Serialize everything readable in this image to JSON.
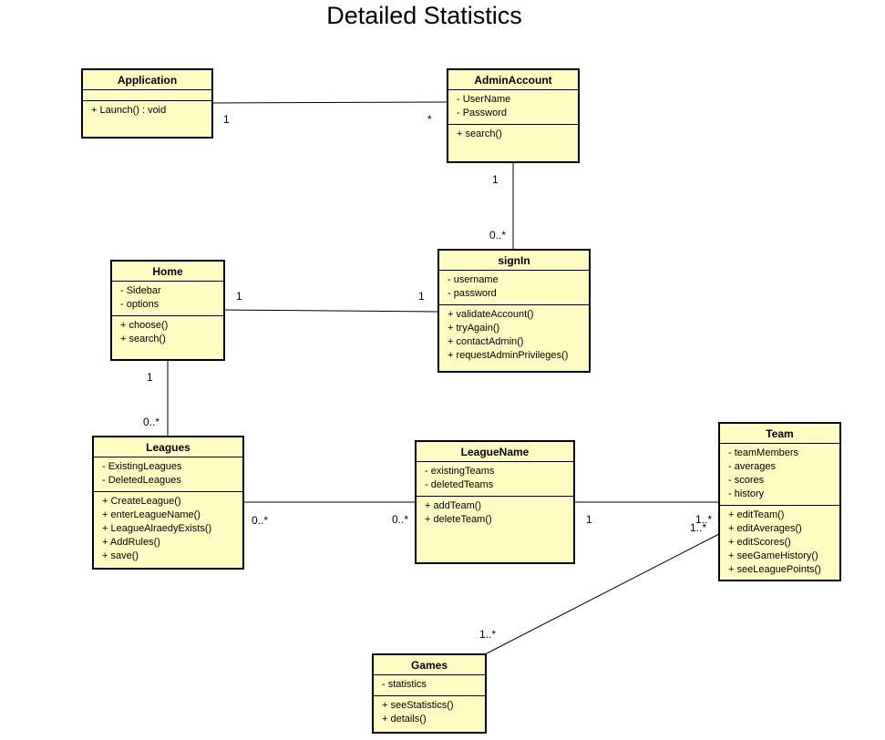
{
  "diagram": {
    "title": "Detailed Statistics",
    "classes": {
      "application": {
        "name": "Application",
        "attributes": [],
        "operations": [
          "+ Launch() : void"
        ]
      },
      "admin_account": {
        "name": "AdminAccount",
        "attributes": [
          "- UserName",
          "- Password"
        ],
        "operations": [
          "+ search()"
        ]
      },
      "sign_in": {
        "name": "signIn",
        "attributes": [
          "- username",
          "- password"
        ],
        "operations": [
          "+ validateAccount()",
          "+ tryAgain()",
          "+ contactAdmin()",
          "+ requestAdminPrivileges()"
        ]
      },
      "home": {
        "name": "Home",
        "attributes": [
          "- Sidebar",
          "- options"
        ],
        "operations": [
          "+ choose()",
          "+ search()"
        ]
      },
      "leagues": {
        "name": "Leagues",
        "attributes": [
          "- ExistingLeagues",
          "- DeletedLeagues"
        ],
        "operations": [
          "+ CreateLeague()",
          "+ enterLeagueName()",
          "+ LeagueAlraedyExists()",
          "+ AddRules()",
          "+ save()"
        ]
      },
      "league_name": {
        "name": "LeagueName",
        "attributes": [
          "- existingTeams",
          "- deletedTeams"
        ],
        "operations": [
          "+ addTeam()",
          "+ deleteTeam()"
        ]
      },
      "team": {
        "name": "Team",
        "attributes": [
          "- teamMembers",
          "- averages",
          "- scores",
          "- history"
        ],
        "operations": [
          "+ editTeam()",
          "+ editAverages()",
          "+ editScores()",
          "+ seeGameHistory()",
          "+ seeLeaguePoints()"
        ]
      },
      "games": {
        "name": "Games",
        "attributes": [
          "- statistics"
        ],
        "operations": [
          "+ seeStatistics()",
          "+ details()"
        ]
      }
    },
    "associations": [
      {
        "from": "application",
        "to": "admin_account",
        "from_mult": "1",
        "to_mult": "*"
      },
      {
        "from": "admin_account",
        "to": "sign_in",
        "from_mult": "1",
        "to_mult": "0..*"
      },
      {
        "from": "home",
        "to": "sign_in",
        "from_mult": "1",
        "to_mult": "1"
      },
      {
        "from": "home",
        "to": "leagues",
        "from_mult": "1",
        "to_mult": "0..*"
      },
      {
        "from": "leagues",
        "to": "league_name",
        "from_mult": "0..*",
        "to_mult": "0..*"
      },
      {
        "from": "league_name",
        "to": "team",
        "from_mult": "1",
        "to_mult": "1..*"
      },
      {
        "from": "team",
        "to": "games",
        "from_mult": "1..*",
        "to_mult": "1..*"
      }
    ]
  }
}
